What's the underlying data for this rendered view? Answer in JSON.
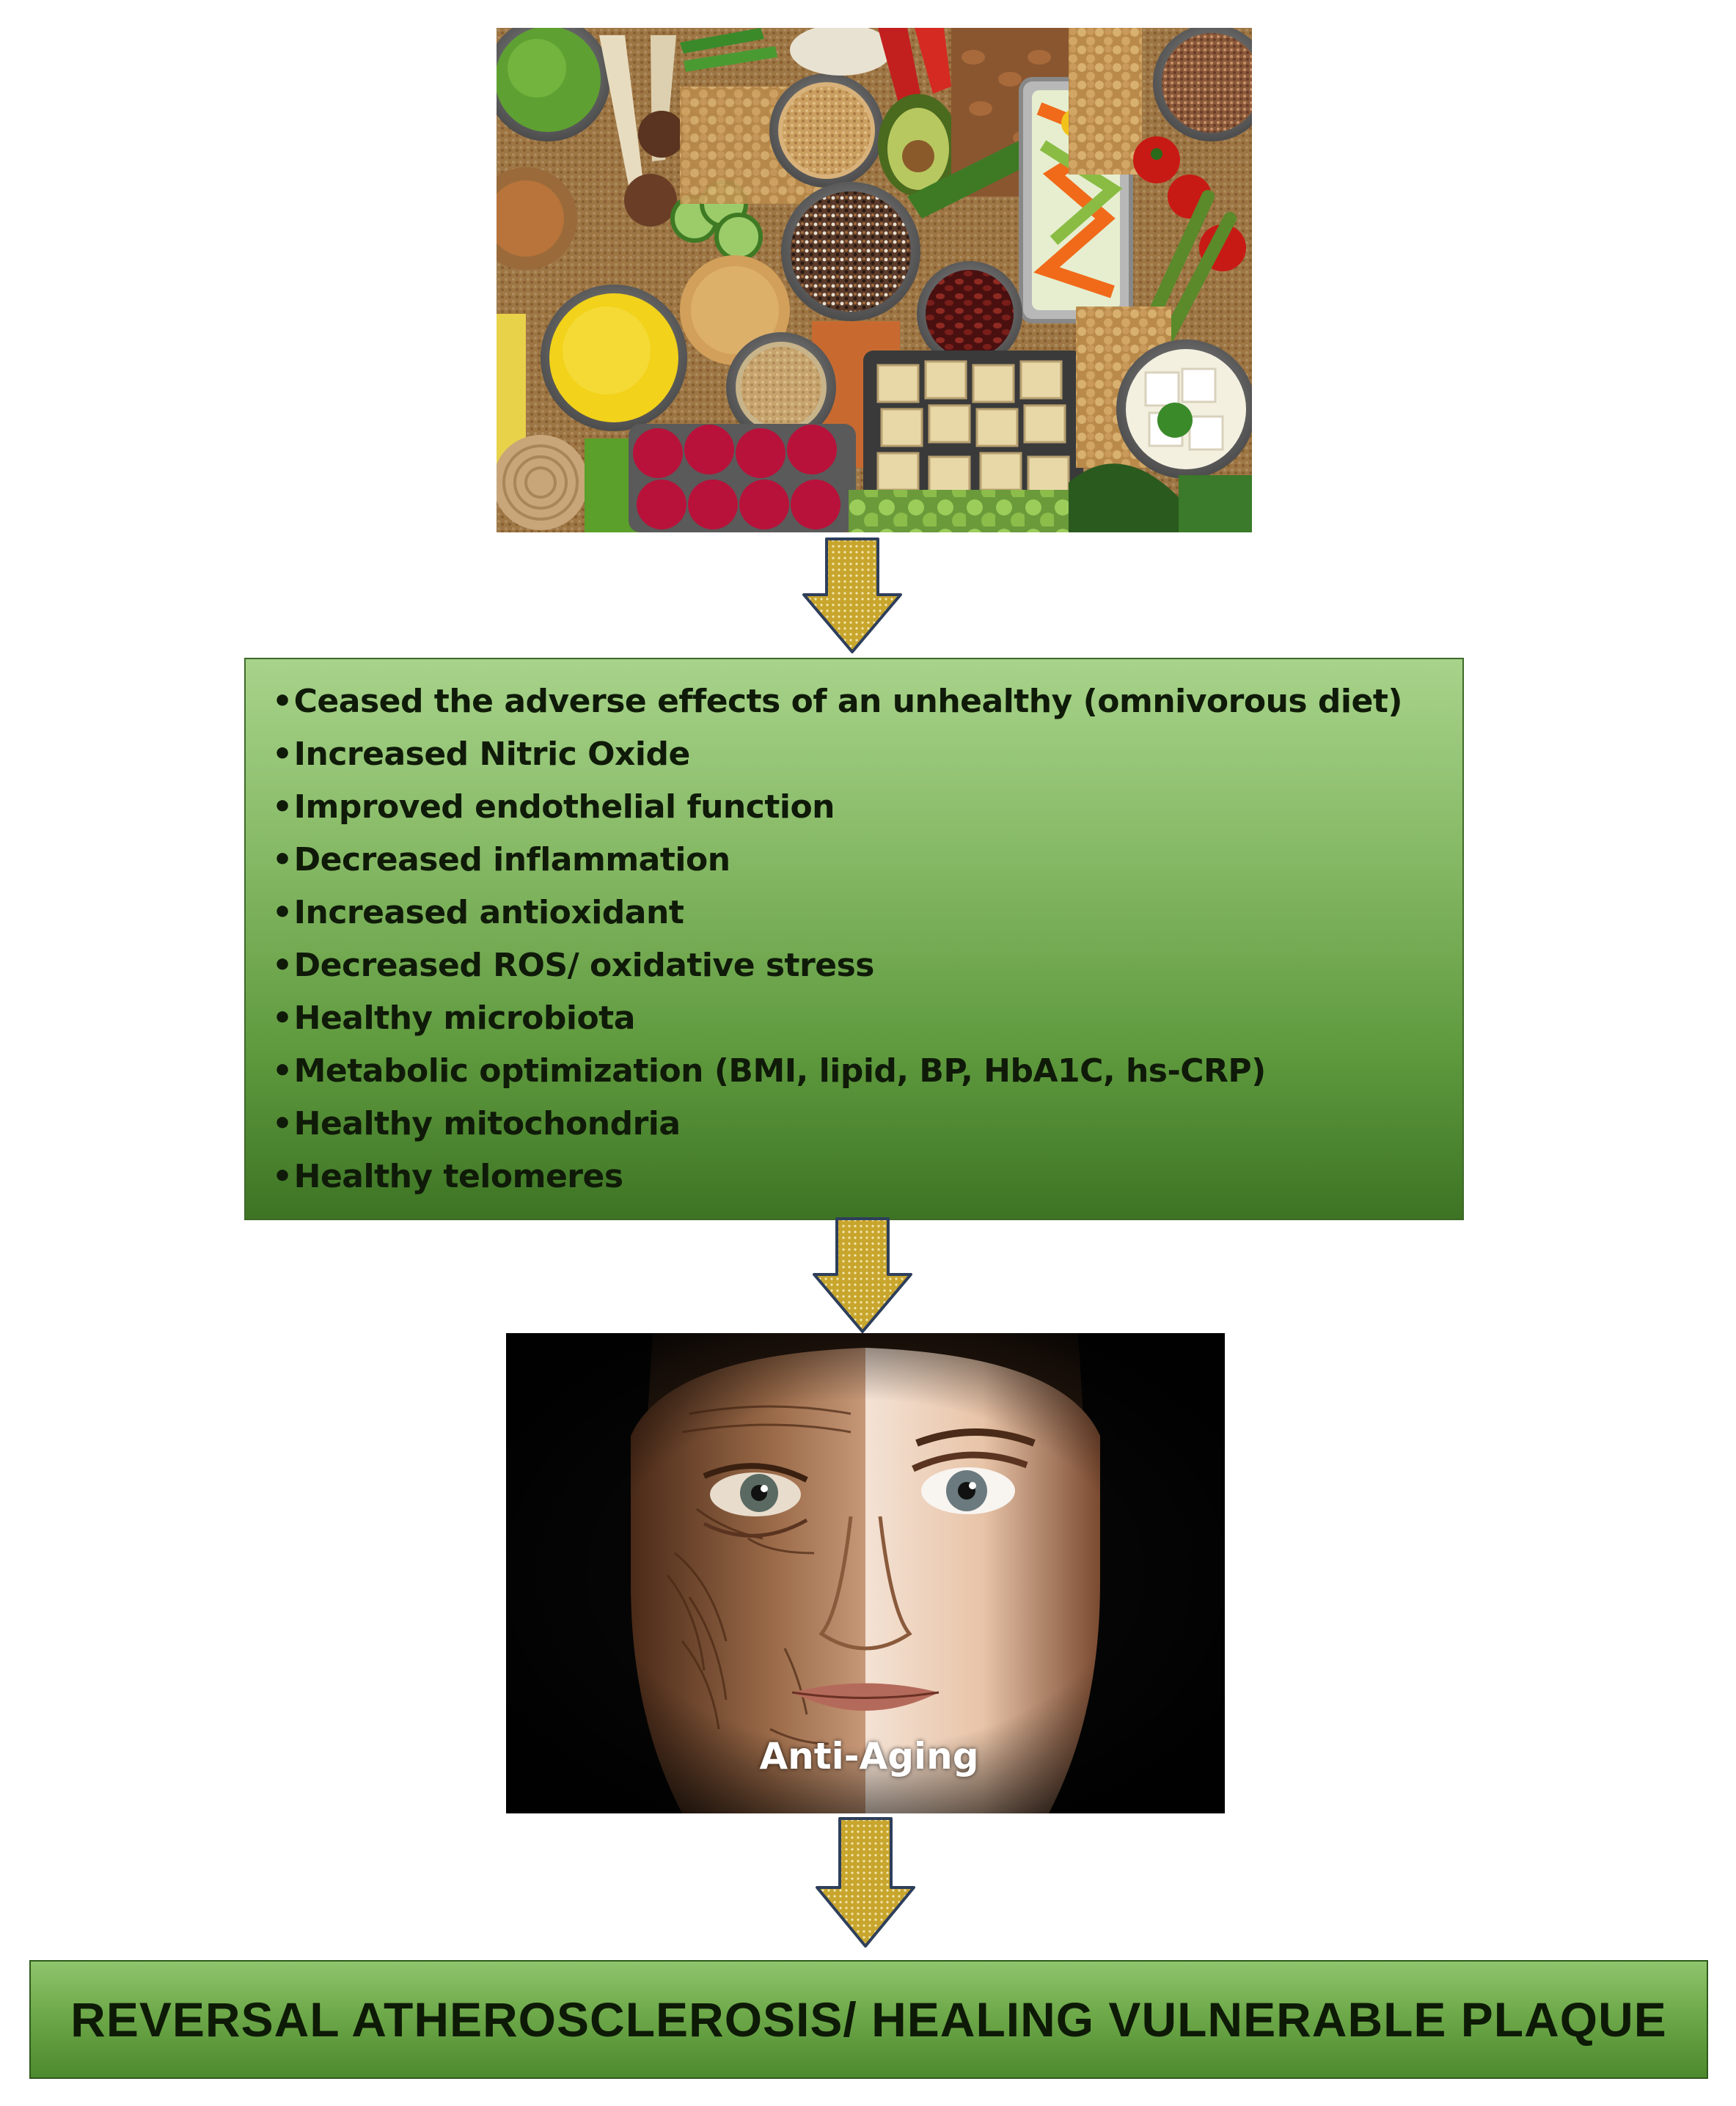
{
  "benefits": {
    "items": [
      "Ceased the adverse effects of an unhealthy (omnivorous diet)",
      "Increased Nitric Oxide",
      "Improved endothelial function",
      "Decreased inflammation",
      "Increased antioxidant",
      "Decreased ROS/ oxidative stress",
      "Healthy microbiota",
      "Metabolic optimization (BMI, lipid, BP, HbA1C, hs-CRP)",
      "Healthy mitochondria",
      "Healthy telomeres"
    ],
    "bullet": "•"
  },
  "face_image": {
    "caption": "Anti-Aging"
  },
  "conclusion": {
    "text": "REVERSAL ATHEROSCLEROSIS/ HEALING VULNERABLE PLAQUE"
  },
  "colors": {
    "arrow_fill": "#c8a52c",
    "arrow_stroke": "#2e3f5c",
    "box_green_light": "#a7d38a",
    "box_green_dark": "#3d7424"
  }
}
